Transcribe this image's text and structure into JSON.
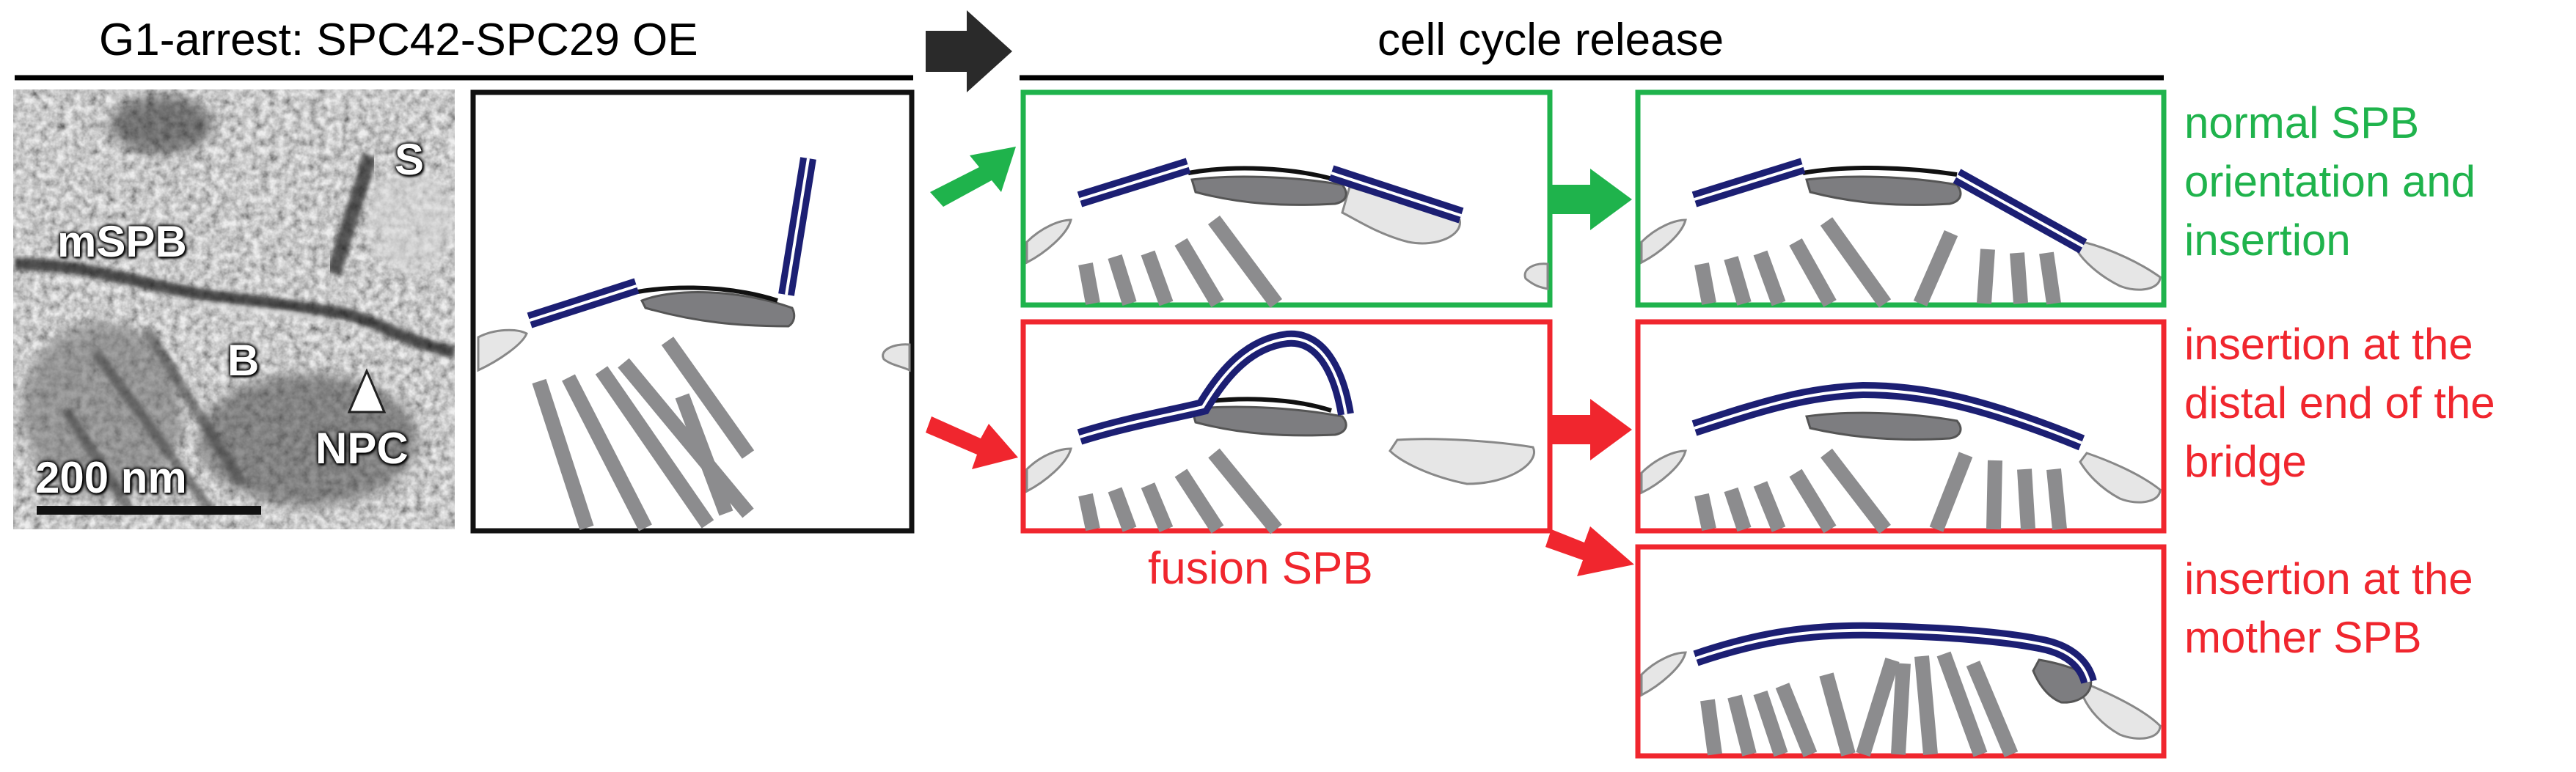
{
  "headers": {
    "left": "G1-arrest: SPC42-SPC29 OE",
    "right": "cell cycle release"
  },
  "micrograph": {
    "label_mspb": "mSPB",
    "label_s": "S",
    "label_b": "B",
    "label_npc": "NPC",
    "scale_bar": "200 nm"
  },
  "outcomes": {
    "normal": "normal SPB orientation and insertion",
    "distal": "insertion at the distal end of the bridge",
    "mother": "insertion at the mother SPB",
    "fusion": "fusion SPB"
  },
  "colors": {
    "green": "#1fb34c",
    "red": "#f0262e",
    "spb_blue": "#1c1f73",
    "microtubule_grey": "#8c8c8e",
    "bridge_grey": "#7d7d80",
    "npc_grey": "#e6e6e6",
    "arrow_dark": "#2a2a2a"
  },
  "icons": {
    "header_arrow": "dark-right-arrow-icon",
    "green_arrows": "green-arrow-icon",
    "red_arrows": "red-arrow-icon"
  }
}
